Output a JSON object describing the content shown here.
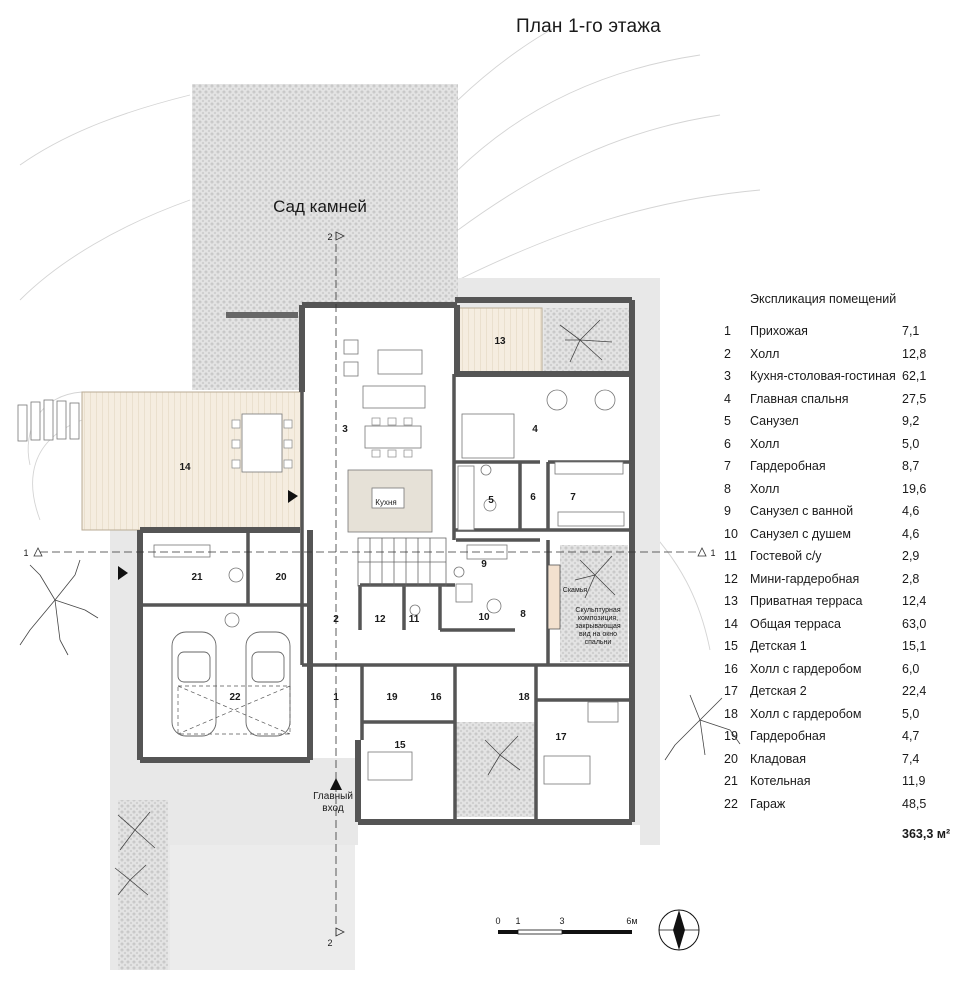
{
  "title": "План 1-го этажа",
  "garden_label": "Сад камней",
  "kitchen_label": "Кухня",
  "bench_label": "Скамья",
  "sculpture_lines": [
    "Скульптурная",
    "композиция,",
    "закрывающая",
    "вид на окно",
    "спальни"
  ],
  "entrance_lines": [
    "Главный",
    "вход"
  ],
  "section_marks": {
    "one": "1",
    "two": "2"
  },
  "legend": {
    "title": "Экспликация помещений",
    "rooms": [
      {
        "no": "1",
        "name": "Прихожая",
        "area": "7,1"
      },
      {
        "no": "2",
        "name": "Холл",
        "area": "12,8"
      },
      {
        "no": "3",
        "name": "Кухня-столовая-гостиная",
        "area": "62,1"
      },
      {
        "no": "4",
        "name": "Главная спальня",
        "area": "27,5"
      },
      {
        "no": "5",
        "name": "Санузел",
        "area": "9,2"
      },
      {
        "no": "6",
        "name": "Холл",
        "area": "5,0"
      },
      {
        "no": "7",
        "name": "Гардеробная",
        "area": "8,7"
      },
      {
        "no": "8",
        "name": "Холл",
        "area": "19,6"
      },
      {
        "no": "9",
        "name": "Санузел с ванной",
        "area": "4,6"
      },
      {
        "no": "10",
        "name": "Санузел с душем",
        "area": "4,6"
      },
      {
        "no": "11",
        "name": "Гостевой с/у",
        "area": "2,9"
      },
      {
        "no": "12",
        "name": "Мини-гардеробная",
        "area": "2,8"
      },
      {
        "no": "13",
        "name": "Приватная терраса",
        "area": "12,4"
      },
      {
        "no": "14",
        "name": "Общая терраса",
        "area": "63,0"
      },
      {
        "no": "15",
        "name": "Детская 1",
        "area": "15,1"
      },
      {
        "no": "16",
        "name": "Холл с гардеробом",
        "area": "6,0"
      },
      {
        "no": "17",
        "name": "Детская 2",
        "area": "22,4"
      },
      {
        "no": "18",
        "name": "Холл с гардеробом",
        "area": "5,0"
      },
      {
        "no": "19",
        "name": "Гардеробная",
        "area": "4,7"
      },
      {
        "no": "20",
        "name": "Кладовая",
        "area": "7,4"
      },
      {
        "no": "21",
        "name": "Котельная",
        "area": "11,9"
      },
      {
        "no": "22",
        "name": "Гараж",
        "area": "48,5"
      }
    ],
    "total": "363,3 м²"
  },
  "scale_labels": [
    "0",
    "1",
    "3",
    "6м"
  ],
  "colors": {
    "wall": "#555555",
    "ground": "#e8e8e8",
    "gravel": "#d6d6d6",
    "deck": "#f4ecdf",
    "line": "#333333"
  }
}
